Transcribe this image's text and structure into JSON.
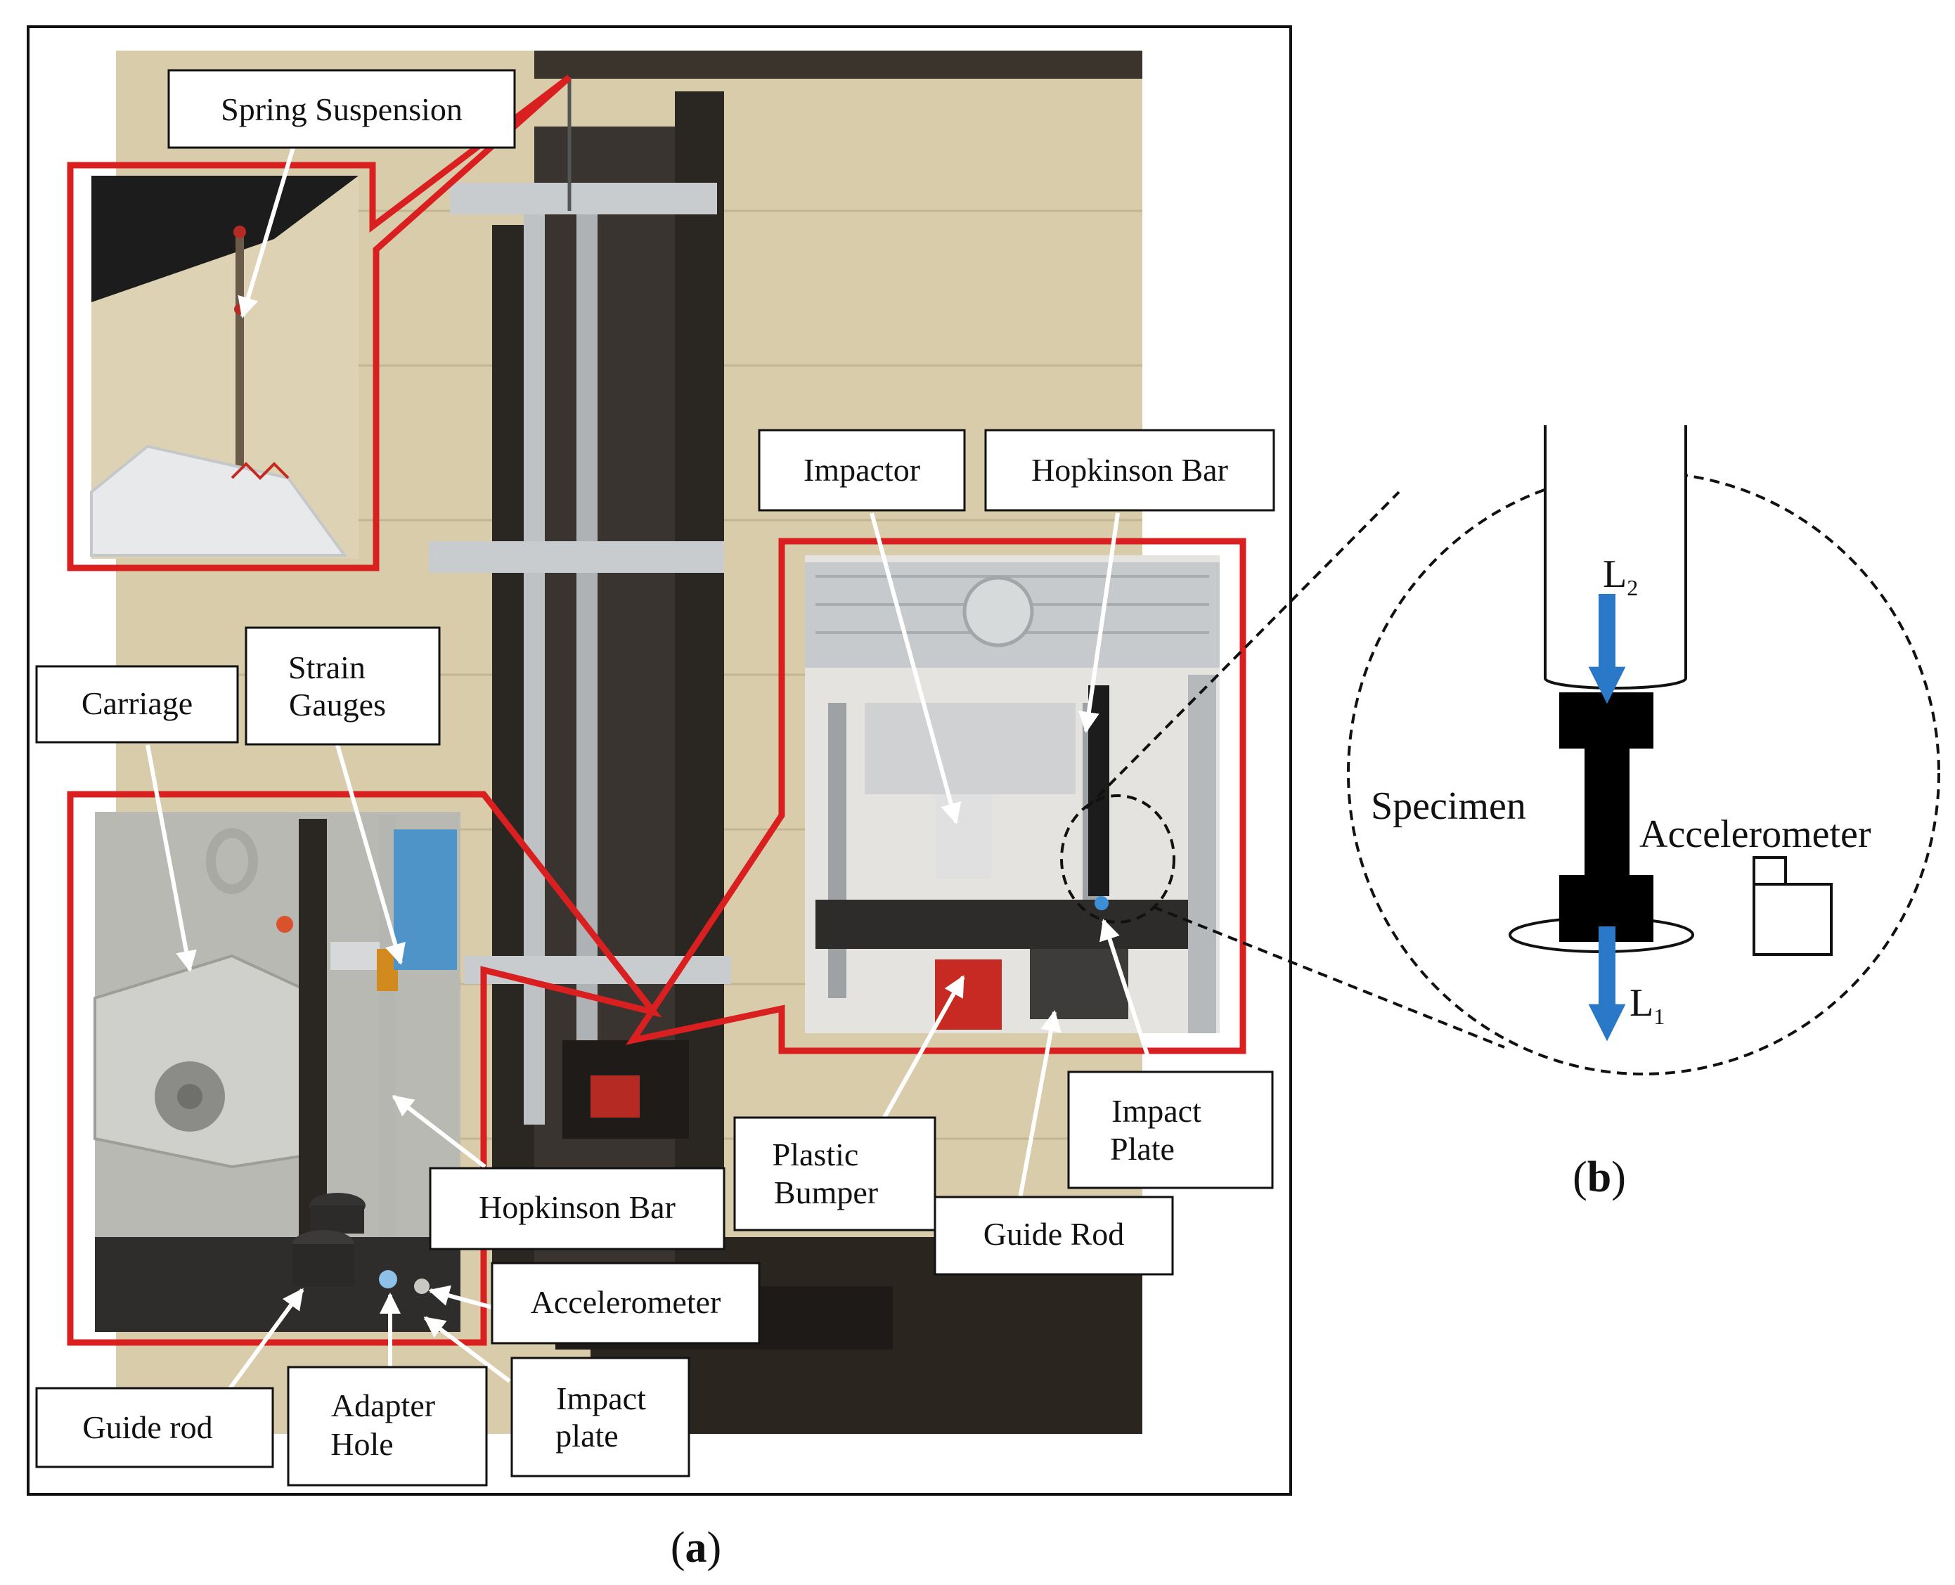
{
  "figure": {
    "panel_a_caption": {
      "open": "(",
      "letter": "a",
      "close": ")"
    },
    "panel_b_caption": {
      "open": "(",
      "letter": "b",
      "close": ")"
    }
  },
  "callouts": {
    "spring_suspension": "Spring Suspension",
    "carriage": "Carriage",
    "strain_gauges_line1": "Strain",
    "strain_gauges_line2": "Gauges",
    "impactor": "Impactor",
    "hopkinson_bar_top": "Hopkinson Bar",
    "hopkinson_bar_bottom": "Hopkinson Bar",
    "accelerometer": "Accelerometer",
    "guide_rod_left": "Guide rod",
    "adapter_hole_line1": "Adapter",
    "adapter_hole_line2": "Hole",
    "impact_plate_left_line1": "Impact",
    "impact_plate_left_line2": "plate",
    "plastic_bumper_line1": "Plastic",
    "plastic_bumper_line2": "Bumper",
    "guide_rod_right": "Guide Rod",
    "impact_plate_right_line1": "Impact",
    "impact_plate_right_line2": "Plate"
  },
  "schematic": {
    "specimen": "Specimen",
    "accelerometer": "Accelerometer",
    "load_top": {
      "main": "L",
      "sub": "2"
    },
    "load_bottom": {
      "main": "L",
      "sub": "1"
    }
  },
  "colors": {
    "highlight_red": "#d91f1f",
    "arrow_blue": "#2a78c8",
    "wall_beige": "#d8ccaa",
    "frame_black": "#2a2622",
    "aluminum": "#bfc2c4"
  }
}
